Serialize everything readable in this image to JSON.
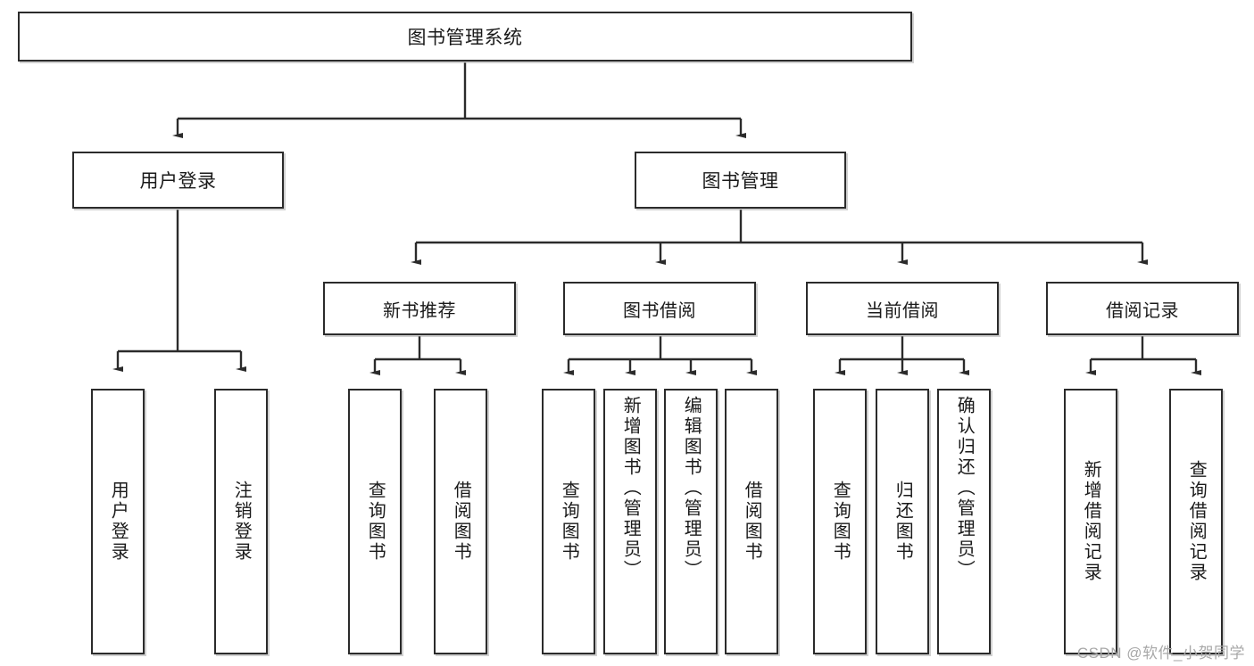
{
  "diagram": {
    "type": "tree",
    "title": "图书管理系统",
    "root": {
      "label": "图书管理系统"
    },
    "level2": [
      {
        "label": "用户登录"
      },
      {
        "label": "图书管理"
      }
    ],
    "level3": [
      {
        "label": "新书推荐"
      },
      {
        "label": "图书借阅"
      },
      {
        "label": "当前借阅"
      },
      {
        "label": "借阅记录"
      }
    ],
    "leaves": {
      "user_login": [
        {
          "label": "用户登录"
        },
        {
          "label": "注销登录"
        }
      ],
      "new_book_recommend": [
        {
          "label": "查询图书"
        },
        {
          "label": "借阅图书"
        }
      ],
      "book_borrow": [
        {
          "label": "查询图书"
        },
        {
          "label": "新增图书（管理员）"
        },
        {
          "label": "编辑图书（管理员）"
        },
        {
          "label": "借阅图书"
        }
      ],
      "current_borrow": [
        {
          "label": "查询图书"
        },
        {
          "label": "归还图书"
        },
        {
          "label": "确认归还（管理员）"
        }
      ],
      "borrow_record": [
        {
          "label": "新增借阅记录"
        },
        {
          "label": "查询借阅记录"
        }
      ]
    }
  },
  "watermark": {
    "text": "CSDN @软件_小贺同学"
  },
  "colors": {
    "line": "#2b2b2b",
    "box_border": "#2b2b2b",
    "box_fill": "#ffffff",
    "text": "#1a1a1a",
    "watermark": "#a8a8a8"
  }
}
